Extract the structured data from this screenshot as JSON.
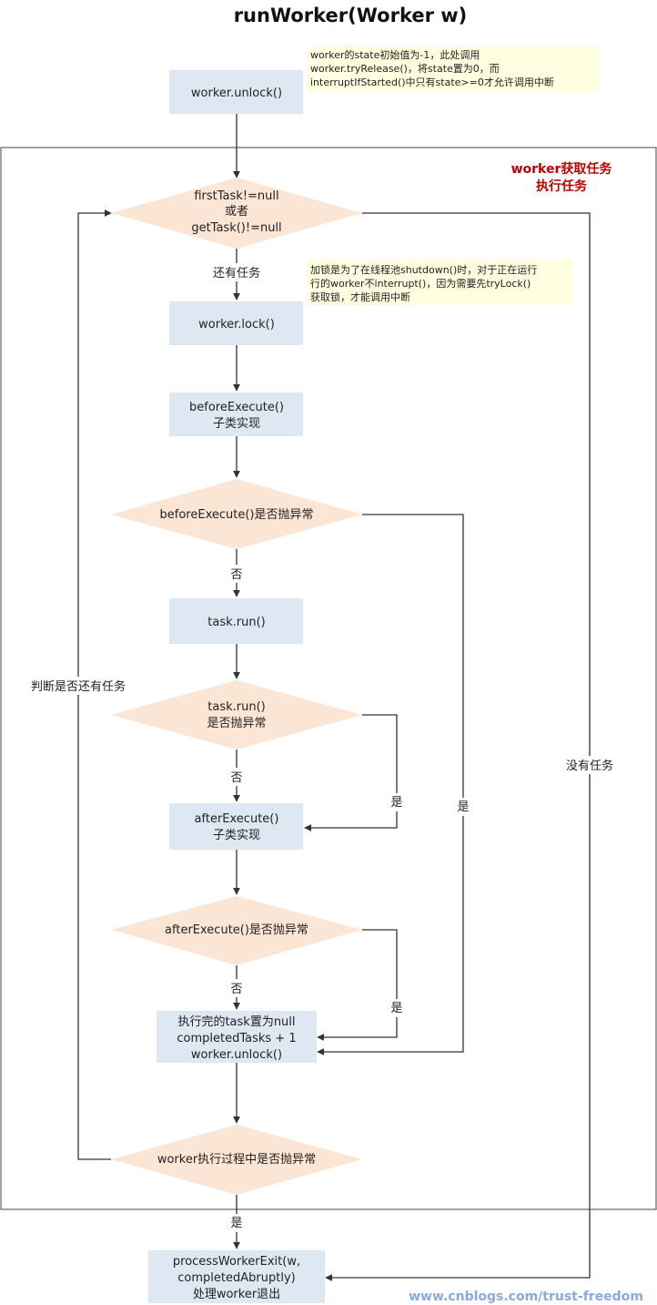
{
  "title": "runWorker(Worker w)",
  "frame_label": [
    "worker获取任务",
    "执行任务"
  ],
  "notes": {
    "unlock": [
      "worker的state初始值为-1，此处调用",
      "worker.tryRelease()，将state置为0，而",
      "interruptIfStarted()中只有state>=0才允许调用中断"
    ],
    "lock": [
      "加锁是为了在线程池shutdown()时，对于正在运行",
      "行的worker不interrupt()，因为需要先tryLock()",
      "获取锁，才能调用中断"
    ]
  },
  "nodes": {
    "unlock_start": [
      "worker.unlock()"
    ],
    "cond_task": [
      "firstTask!=null",
      "或者",
      "getTask()!=null"
    ],
    "lock": [
      "worker.lock()"
    ],
    "before_execute": [
      "beforeExecute()",
      "子类实现"
    ],
    "cond_before": [
      "beforeExecute()是否抛异常"
    ],
    "task_run": [
      "task.run()"
    ],
    "cond_run": [
      "task.run()",
      "是否抛异常"
    ],
    "after_execute": [
      "afterExecute()",
      "子类实现"
    ],
    "cond_after": [
      "afterExecute()是否抛异常"
    ],
    "finish": [
      "执行完的task置为null",
      "completedTasks + 1",
      "worker.unlock()"
    ],
    "cond_worker": [
      "worker执行过程中是否抛异常"
    ],
    "exit": [
      "processWorkerExit(w,",
      "completedAbruptly)",
      "处理worker退出"
    ]
  },
  "edge_labels": {
    "has_task": "还有任务",
    "no_1": "否",
    "no_2": "否",
    "no_3": "否",
    "yes_run": "是",
    "yes_before": "是",
    "yes_after": "是",
    "yes_worker": "是",
    "loop_back": "判断是否还有任务",
    "no_task": "没有任务"
  },
  "watermark": "www.cnblogs.com/trust-freedom",
  "colors": {
    "box": "#dde8f2",
    "diamond": "#fbe5d4",
    "note": "#fefee0",
    "accent_red": "#c00000",
    "watermark": "#8aa9e0"
  }
}
